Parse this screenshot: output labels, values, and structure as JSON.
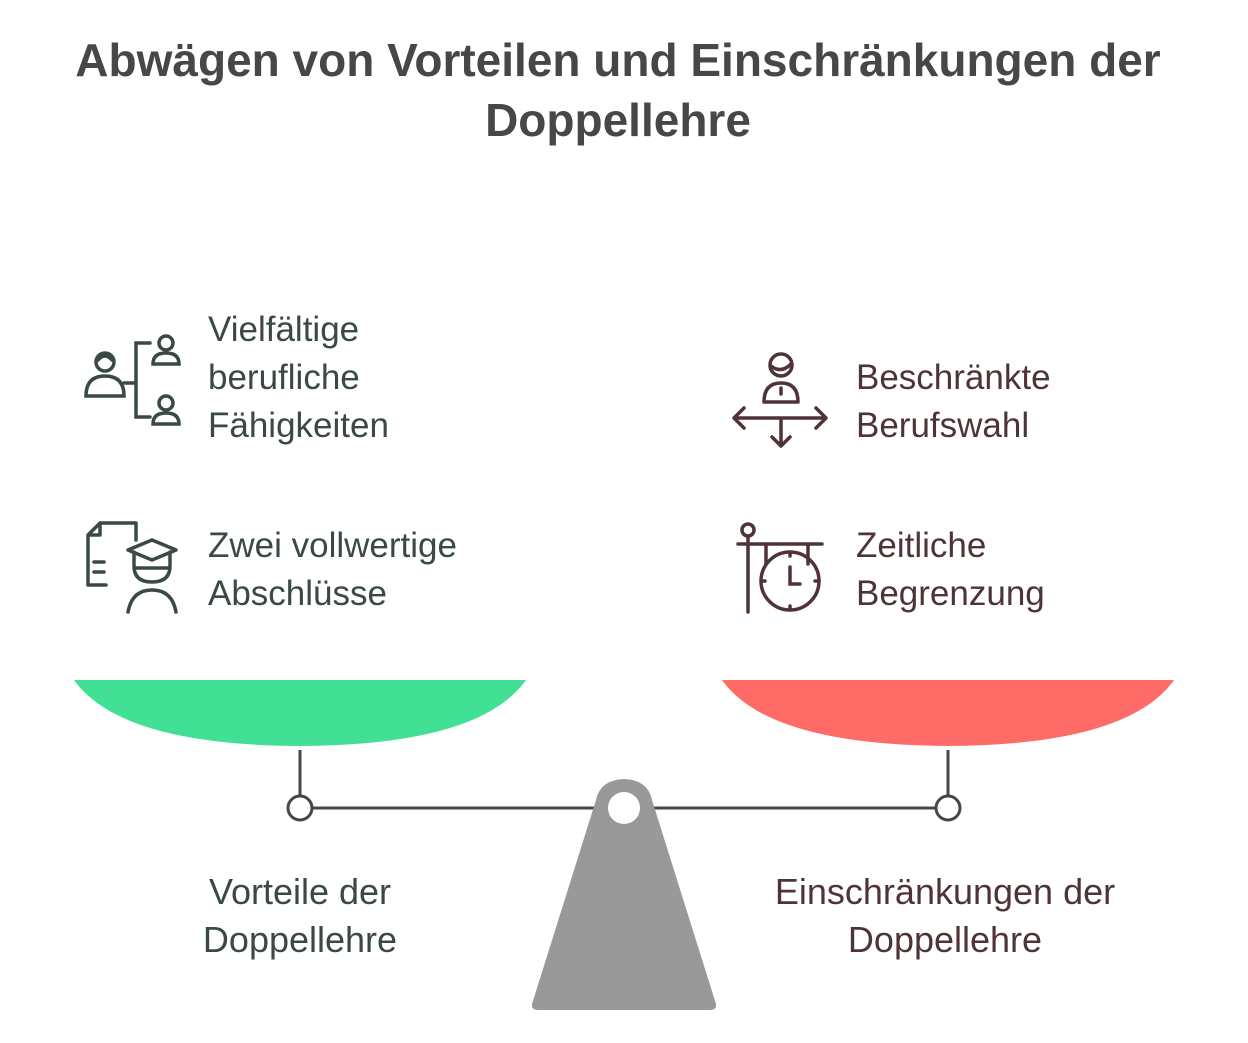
{
  "title": "Abwägen von Vorteilen und Einschränkungen der Doppellehre",
  "left": {
    "label": "Vorteile der Doppellehre",
    "color": "#42E095",
    "items": [
      {
        "text": "Vielfältige berufliche Fähigkeiten",
        "icon": "people-hierarchy-icon"
      },
      {
        "text": "Zwei vollwertige Abschlüsse",
        "icon": "graduate-document-icon"
      }
    ]
  },
  "right": {
    "label": "Einschränkungen der Doppellehre",
    "color": "#FF6B66",
    "items": [
      {
        "text": "Beschränkte Berufswahl",
        "icon": "person-directions-icon"
      },
      {
        "text": "Zeitliche Begrenzung",
        "icon": "hanging-clock-icon"
      }
    ]
  }
}
